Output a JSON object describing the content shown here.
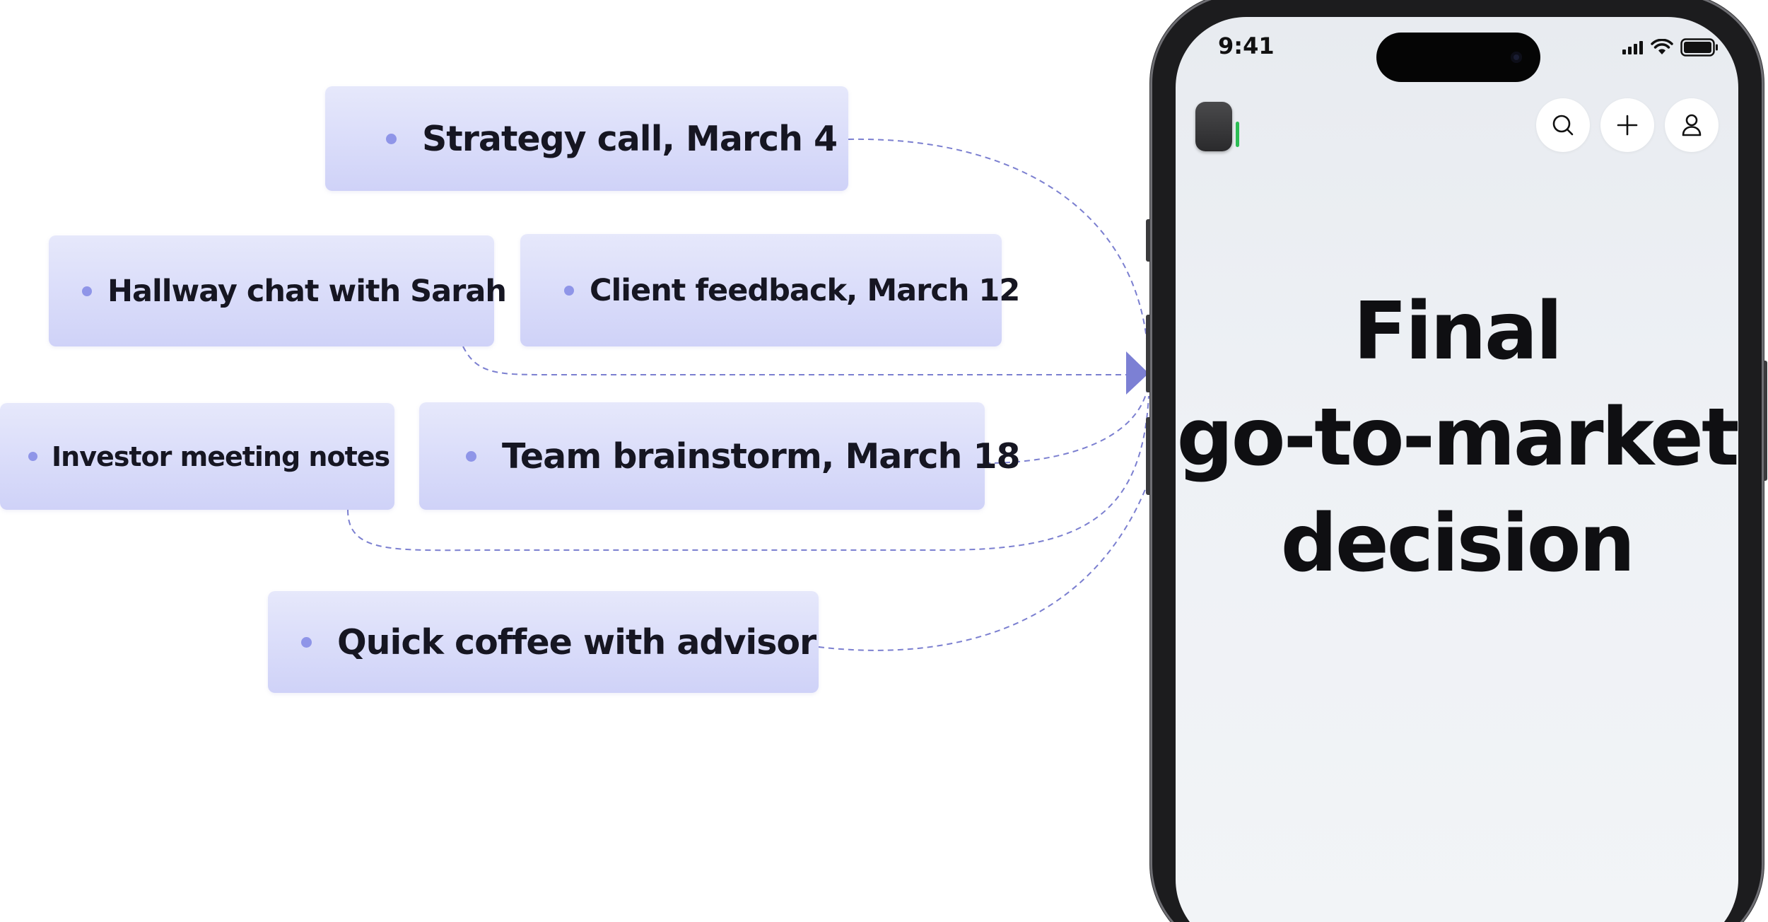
{
  "sources": [
    {
      "id": "strategy",
      "label": "Strategy call, March 4"
    },
    {
      "id": "hallway",
      "label": "Hallway chat with Sarah"
    },
    {
      "id": "client",
      "label": "Client feedback, March 12"
    },
    {
      "id": "investor",
      "label": "Investor meeting notes"
    },
    {
      "id": "team",
      "label": "Team brainstorm, March 18"
    },
    {
      "id": "coffee",
      "label": "Quick coffee with advisor"
    }
  ],
  "phone": {
    "status_bar": {
      "time": "9:41",
      "icons": [
        "signal-icon",
        "wifi-icon",
        "battery-icon"
      ]
    },
    "header": {
      "logo": "app-logo",
      "actions": [
        "search-icon",
        "plus-icon",
        "user-icon"
      ]
    },
    "headline": {
      "line1": "Final",
      "line2": "go-to-market",
      "line3": "decision"
    }
  },
  "colors": {
    "chip_top": "#e6e8fb",
    "chip_bottom": "#cfd2f8",
    "bullet": "#8f95e8",
    "connector": "#7b7fd0",
    "arrow": "#7c80d4",
    "indicator": "#2dbd55"
  }
}
